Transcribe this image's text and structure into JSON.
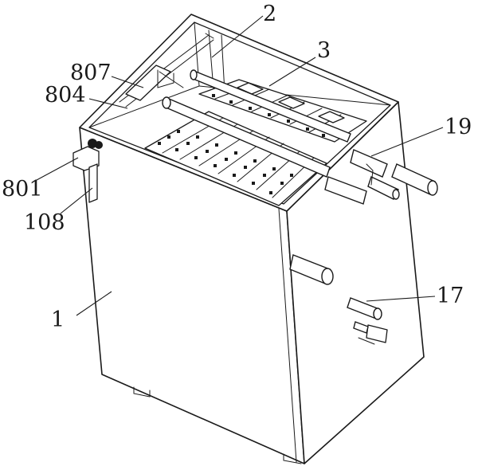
{
  "labels": [
    {
      "id": "2",
      "text": "2"
    },
    {
      "id": "3",
      "text": "3"
    },
    {
      "id": "807",
      "text": "807"
    },
    {
      "id": "804",
      "text": "804"
    },
    {
      "id": "19",
      "text": "19"
    },
    {
      "id": "801",
      "text": "801"
    },
    {
      "id": "108",
      "text": "108"
    },
    {
      "id": "1",
      "text": "1"
    },
    {
      "id": "17",
      "text": "17"
    }
  ]
}
